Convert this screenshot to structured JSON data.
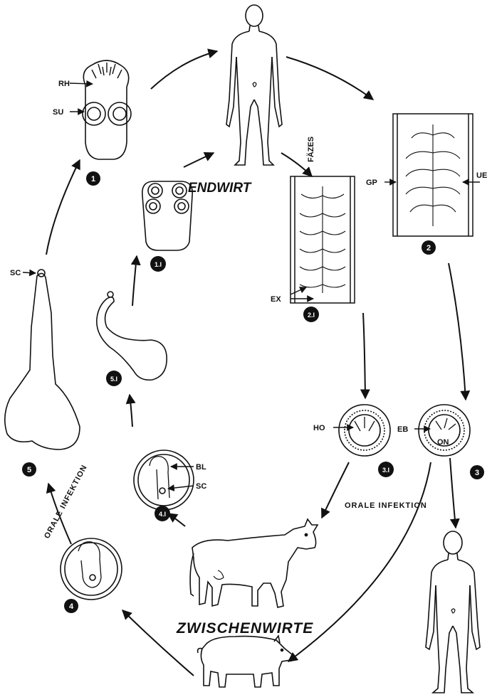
{
  "titles": {
    "endwirt": "ENDWIRT",
    "zwischenwirte": "ZWISCHENWIRTE",
    "faezes": "FÄZES",
    "orale_infektion_left": "ORALE INFEKTION",
    "orale_infektion_right": "ORALE INFEKTION"
  },
  "labels": {
    "rh": "RH",
    "su": "SU",
    "sc_top": "SC",
    "gp": "GP",
    "ue": "UE",
    "ex": "EX",
    "ho": "HO",
    "eb": "EB",
    "on": "ON",
    "bl": "BL",
    "sc_cyst": "SC"
  },
  "stages": {
    "s1": "1",
    "s1i": "1.I",
    "s2": "2",
    "s2i": "2.I",
    "s3": "3",
    "s3i": "3.I",
    "s4": "4",
    "s4i": "4.I",
    "s5": "5",
    "s5i": "5.I"
  },
  "icons": [
    "human-figure-icon",
    "cow-icon",
    "pig-icon",
    "scolex-icon",
    "proglottid-icon",
    "egg-icon",
    "cysticercus-icon"
  ]
}
